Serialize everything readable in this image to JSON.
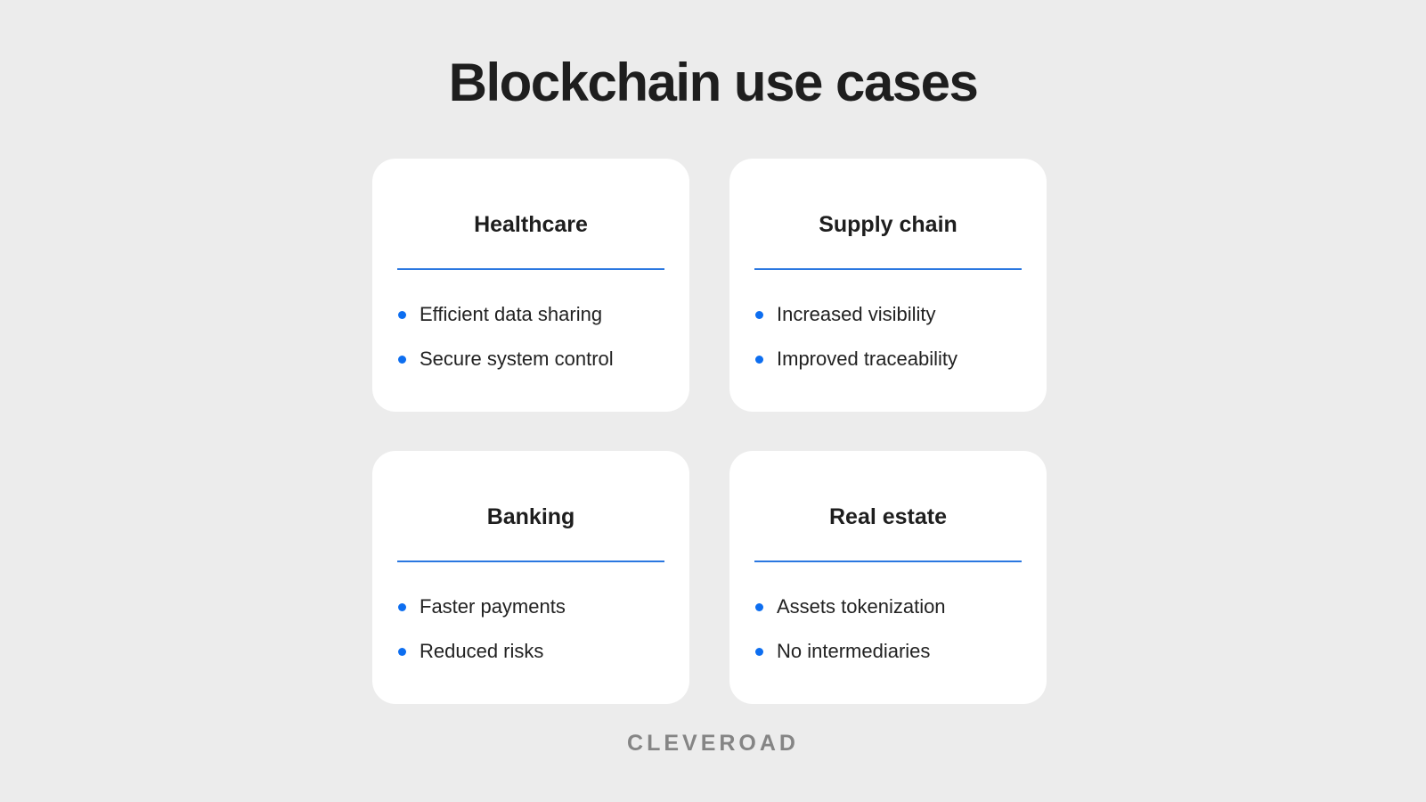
{
  "title": "Blockchain use cases",
  "colors": {
    "accent": "#2a77e0",
    "bullet": "#0d6ef0",
    "background": "#ececec",
    "card": "#ffffff"
  },
  "cards": [
    {
      "title": "Healthcare",
      "items": [
        "Efficient data sharing",
        "Secure system control"
      ]
    },
    {
      "title": "Supply chain",
      "items": [
        "Increased visibility",
        "Improved traceability"
      ]
    },
    {
      "title": "Banking",
      "items": [
        "Faster payments",
        "Reduced risks"
      ]
    },
    {
      "title": "Real estate",
      "items": [
        "Assets tokenization",
        "No intermediaries"
      ]
    }
  ],
  "brand": "CLEVEROAD"
}
